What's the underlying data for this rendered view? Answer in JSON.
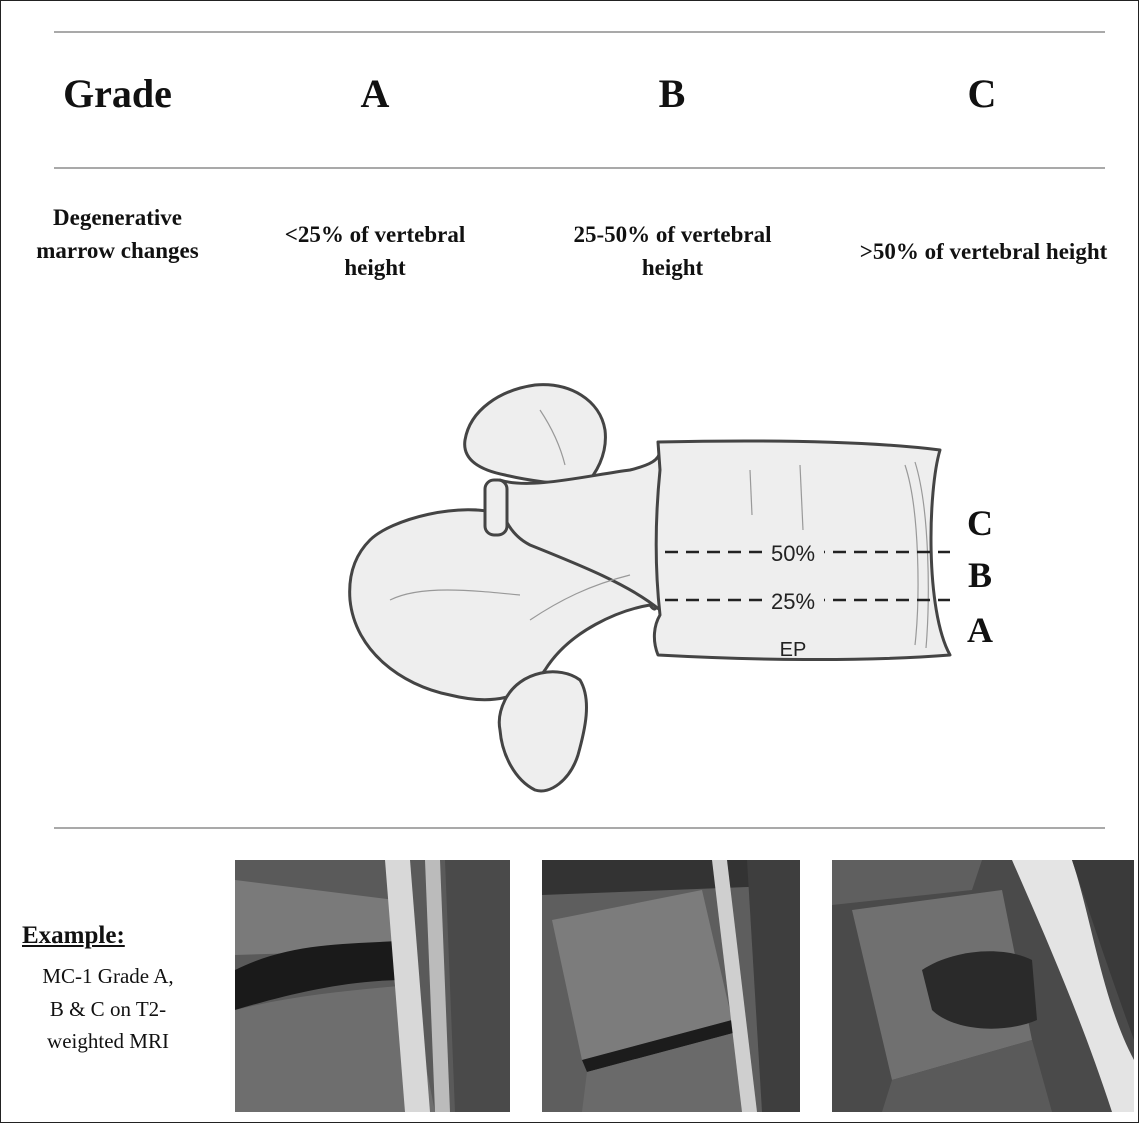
{
  "header": {
    "grade_label": "Grade",
    "grades": [
      "A",
      "B",
      "C"
    ]
  },
  "row": {
    "label": "Degenerative marrow changes",
    "descriptions": [
      "<25% of vertebral height",
      "25-50% of vertebral height",
      ">50% of vertebral height"
    ]
  },
  "diagram": {
    "line_50": "50%",
    "line_25": "25%",
    "endplate": "EP",
    "zones": [
      "C",
      "B",
      "A"
    ]
  },
  "example": {
    "title": "Example:",
    "lines": [
      "MC-1 Grade A,",
      "B & C on T2-",
      "weighted MRI"
    ]
  },
  "colors": {
    "rule": "#a9a9a9",
    "text": "#111111",
    "bone_fill": "#eeeeee",
    "bone_stroke": "#444444"
  }
}
